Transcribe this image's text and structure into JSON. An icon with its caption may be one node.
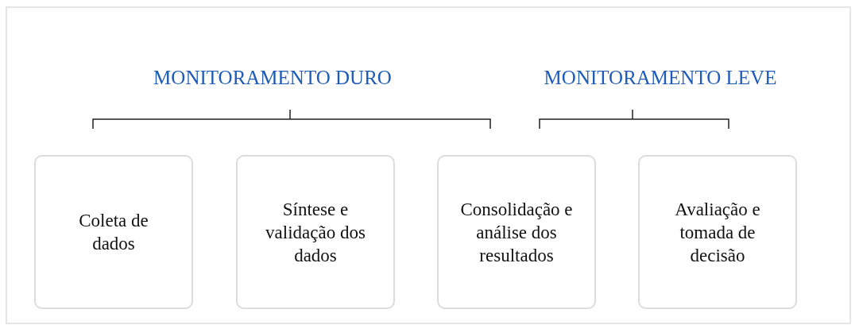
{
  "diagram": {
    "nodes": [
      {
        "text": [
          "Coleta de dados"
        ]
      },
      {
        "text": [
          "Síntese e validação dos dados"
        ]
      },
      {
        "text": [
          "Consolidação e análise dos resultados"
        ]
      },
      {
        "text": [
          "Avaliação e tomada de decisão"
        ]
      }
    ],
    "labels": [
      "MONITORAMENTO DURO",
      "MONITORAMENTO LEVE"
    ]
  }
}
